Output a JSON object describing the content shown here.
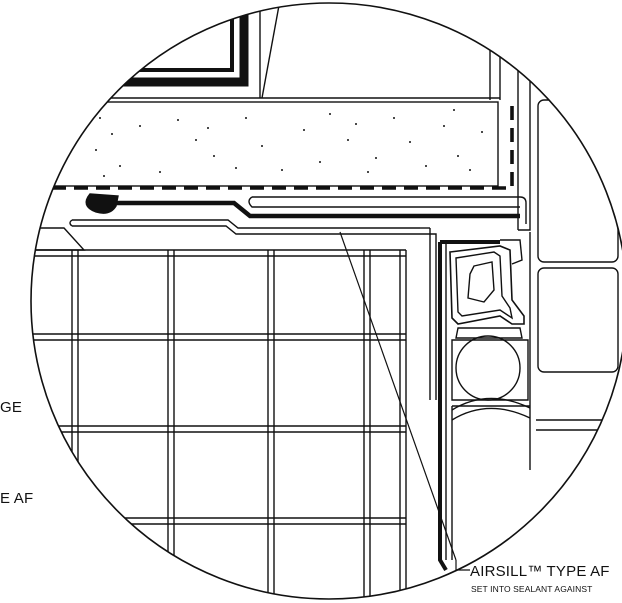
{
  "labels": {
    "left_label_1": "GE",
    "left_label_2": "E AF",
    "callout_title": "AIRSILL™ TYPE AF",
    "callout_subtitle": "SET INTO SEALANT AGAINST"
  },
  "colors": {
    "ink": "#111111",
    "paper": "#ffffff"
  }
}
